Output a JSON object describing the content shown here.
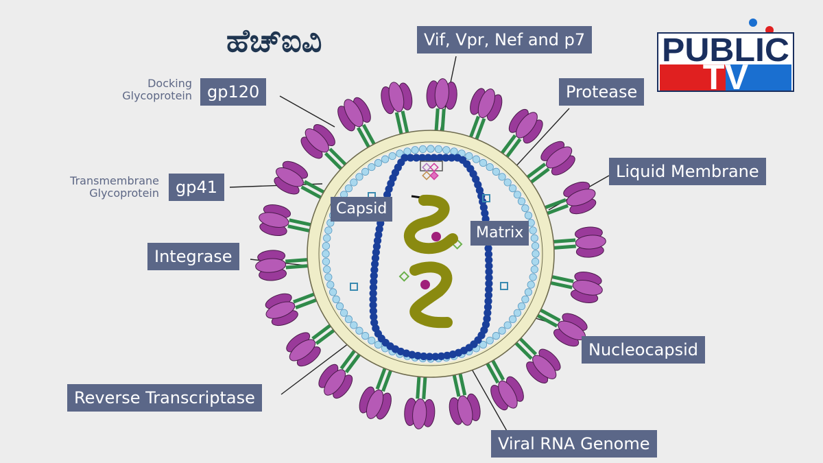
{
  "title": "ಹೆಚ್ಐವಿ",
  "logo": {
    "top_text": "PUBLIC",
    "bottom_text": "TV",
    "colors": {
      "red": "#e02020",
      "blue": "#1a6fd0",
      "navy": "#1a2f5e"
    }
  },
  "labels": {
    "vif": "Vif, Vpr, Nef and p7",
    "protease": "Protease",
    "gp120": "gp120",
    "docking": "Docking\nGlycoprotein",
    "liquid_membrane": "Liquid Membrane",
    "gp41": "gp41",
    "transmembrane": "Transmembrane\nGlycoprotein",
    "capsid": "Capsid",
    "matrix": "Matrix",
    "integrase": "Integrase",
    "nucleocapsid": "Nucleocapsid",
    "reverse_transcriptase": "Reverse Transcriptase",
    "viral_rna": "Viral RNA Genome"
  },
  "colors": {
    "label_bg": "#5b6788",
    "spike_head": "#9a3a9a",
    "spike_stem": "#2f8a4a",
    "membrane": "#efedc8",
    "matrix_bead": "#a9d8ee",
    "capsid_bead": "#1a3f9a",
    "rna": "#8a8a10"
  }
}
